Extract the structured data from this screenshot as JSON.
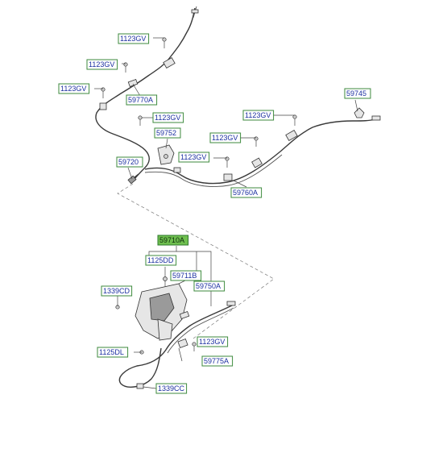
{
  "callouts": [
    {
      "id": "c1",
      "label": "1123GV"
    },
    {
      "id": "c2",
      "label": "1123GV"
    },
    {
      "id": "c3",
      "label": "1123GV"
    },
    {
      "id": "c4",
      "label": "59770A"
    },
    {
      "id": "c5",
      "label": "59745"
    },
    {
      "id": "c6",
      "label": "1123GV"
    },
    {
      "id": "c7",
      "label": "1123GV"
    },
    {
      "id": "c8",
      "label": "59752"
    },
    {
      "id": "c9",
      "label": "1123GV"
    },
    {
      "id": "c10",
      "label": "1123GV"
    },
    {
      "id": "c11",
      "label": "59720"
    },
    {
      "id": "c12",
      "label": "59760A"
    },
    {
      "id": "c13",
      "label": "59710A",
      "selected": true
    },
    {
      "id": "c14",
      "label": "1125DD"
    },
    {
      "id": "c15",
      "label": "59711B"
    },
    {
      "id": "c16",
      "label": "1339CD"
    },
    {
      "id": "c17",
      "label": "59750A"
    },
    {
      "id": "c18",
      "label": "1123GV"
    },
    {
      "id": "c19",
      "label": "1125DL"
    },
    {
      "id": "c20",
      "label": "59775A"
    },
    {
      "id": "c21",
      "label": "1339CC"
    }
  ]
}
